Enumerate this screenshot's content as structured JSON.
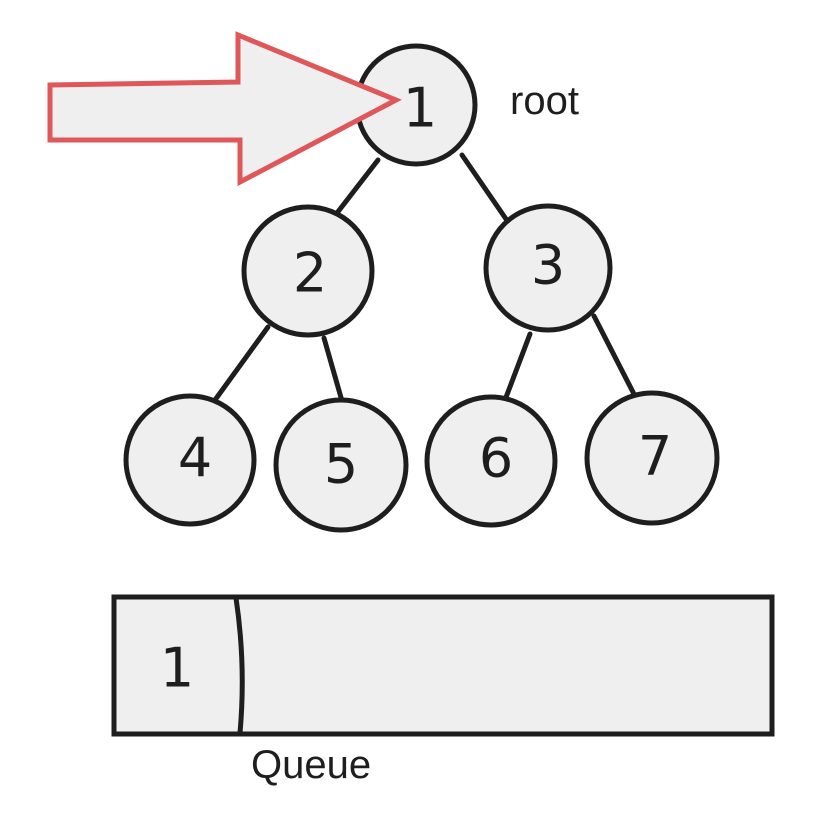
{
  "diagram": {
    "root_label": "root",
    "queue_label": "Queue",
    "colors": {
      "node_fill": "#efefef",
      "stroke": "#1e1e1e",
      "arrow_stroke": "#e0575a",
      "arrow_fill": "#efefef",
      "queue_fill": "#efefef"
    },
    "nodes": [
      {
        "id": "1",
        "label": "1"
      },
      {
        "id": "2",
        "label": "2"
      },
      {
        "id": "3",
        "label": "3"
      },
      {
        "id": "4",
        "label": "4"
      },
      {
        "id": "5",
        "label": "5"
      },
      {
        "id": "6",
        "label": "6"
      },
      {
        "id": "7",
        "label": "7"
      }
    ],
    "edges": [
      {
        "from": "1",
        "to": "2"
      },
      {
        "from": "1",
        "to": "3"
      },
      {
        "from": "2",
        "to": "4"
      },
      {
        "from": "2",
        "to": "5"
      },
      {
        "from": "3",
        "to": "6"
      },
      {
        "from": "3",
        "to": "7"
      }
    ],
    "queue": {
      "items": [
        "1"
      ]
    }
  }
}
